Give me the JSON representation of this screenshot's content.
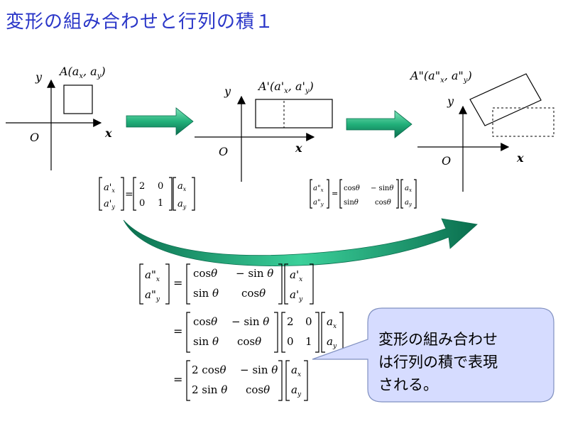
{
  "slide": {
    "title": "変形の組み合わせと行列の積１"
  },
  "graph1": {
    "point_label": "A(a",
    "x_label": "x",
    "y_label": "y",
    "origin_label": "O"
  },
  "graph2": {
    "point_label": "A'(a'",
    "x_label": "x",
    "y_label": "y",
    "origin_label": "O"
  },
  "graph3": {
    "point_label": "A\"(a\"",
    "x_label": "x",
    "y_label": "y",
    "origin_label": "O"
  },
  "matrix_scale": {
    "lhs": [
      "a'x",
      "a'y"
    ],
    "m": [
      [
        "2",
        "0"
      ],
      [
        "0",
        "1"
      ]
    ],
    "rhs": [
      "ax",
      "ay"
    ]
  },
  "matrix_rotate": {
    "lhs": [
      "a\"x",
      "a\"y"
    ],
    "m": [
      [
        "cosθ",
        "− sinθ"
      ],
      [
        "sinθ",
        "cosθ"
      ]
    ],
    "rhs": [
      "ax",
      "ay"
    ]
  },
  "derivation": {
    "line1": "cosθ −sinθ sinθ cosθ",
    "line2_m2": [
      "2",
      "0",
      "0",
      "1"
    ],
    "line3_m": [
      "2 cosθ",
      "− sin θ",
      "2 sin θ",
      "cosθ"
    ]
  },
  "callout": {
    "text_line1": "変形の組み合わせ",
    "text_line2": "は行列の積で表現",
    "text_line3": "される。",
    "fill": "#d6dcff"
  },
  "colors": {
    "title": "#2a36c8",
    "arrow_light": "#33c78e",
    "arrow_dark": "#0a7a57"
  }
}
